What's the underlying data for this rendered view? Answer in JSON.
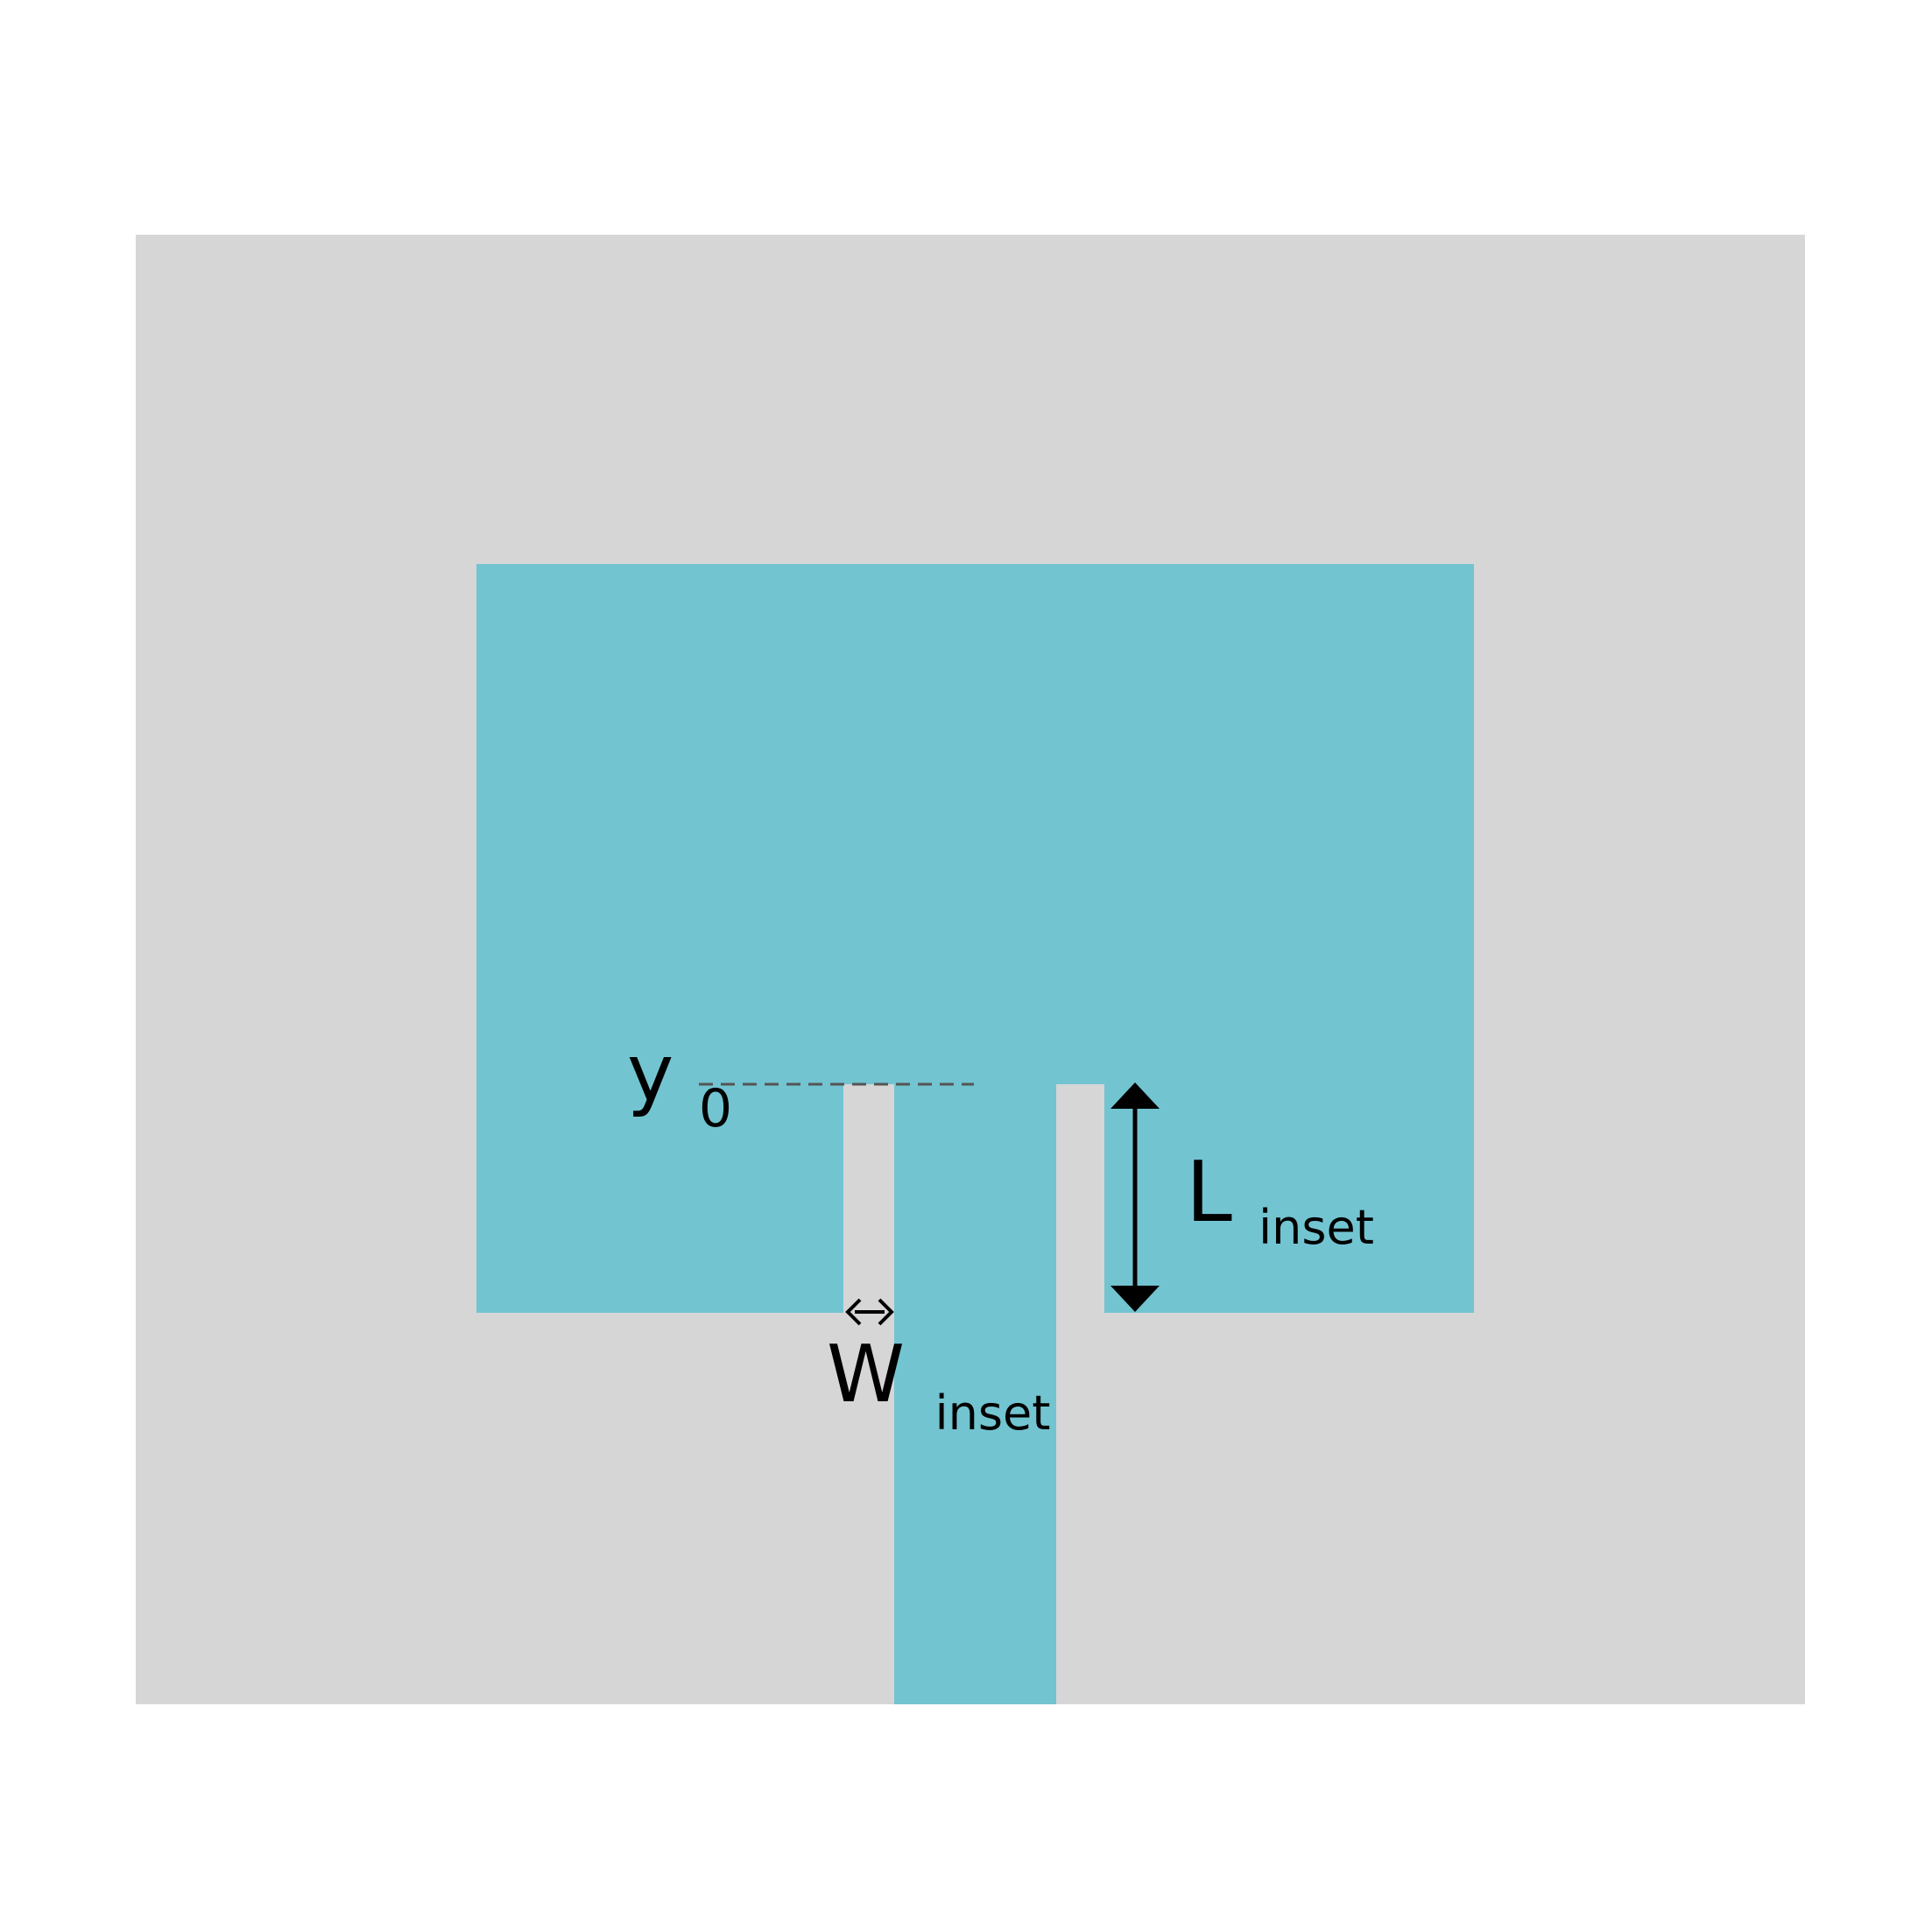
{
  "diagram": {
    "labels": {
      "y0_main": "y",
      "y0_sub": "0",
      "l_main": "L",
      "l_sub": "inset",
      "w_main": "W",
      "w_sub": "inset"
    },
    "colors": {
      "background": "#ffffff",
      "substrate": "#d6d6d7",
      "patch": "#73c4d1",
      "annotation": "#000000",
      "guide_line": "#555555"
    }
  }
}
